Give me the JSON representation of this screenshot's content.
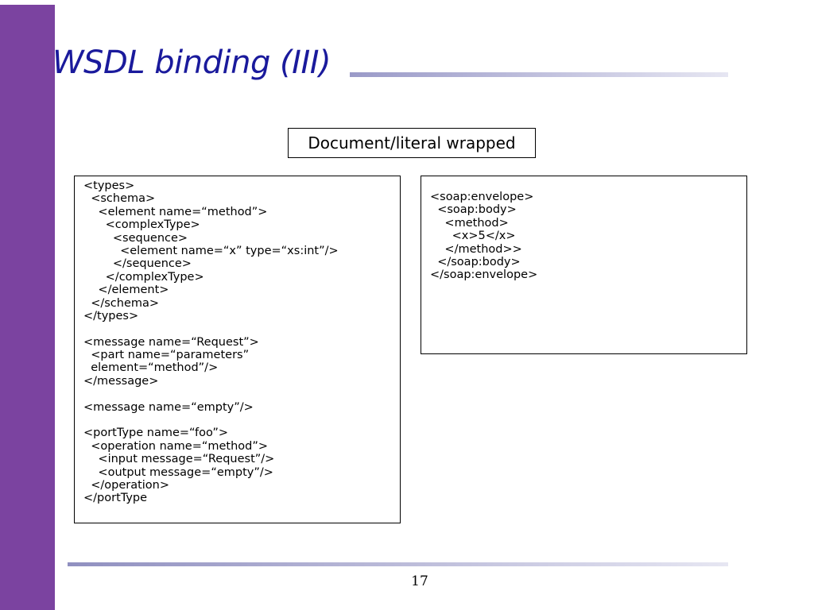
{
  "slide": {
    "title": "WSDL binding (III)",
    "subtitle": "Document/literal wrapped",
    "page_number": "17",
    "accent_color": "#7b43a0",
    "title_color": "#1a1a9c"
  },
  "wsdl_code": [
    "<types>",
    "  <schema>",
    "    <element name=“method”>",
    "      <complexType>",
    "        <sequence>",
    "          <element name=“x” type=“xs:int”/>",
    "        </sequence>",
    "      </complexType>",
    "    </element>",
    "  </schema>",
    "</types>",
    "",
    "<message name=“Request”>",
    "  <part name=“parameters”",
    "  element=“method”/>",
    "</message>",
    "",
    "<message name=“empty”/>",
    "",
    "<portType name=“foo”>",
    "  <operation name=“method”>",
    "    <input message=“Request”/>",
    "    <output message=“empty”/>",
    "  </operation>",
    "</portType"
  ],
  "soap_code": [
    "<soap:envelope>",
    "  <soap:body>",
    "    <method>",
    "      <x>5</x>",
    "    </method>>",
    "  </soap:body>",
    "</soap:envelope>"
  ]
}
